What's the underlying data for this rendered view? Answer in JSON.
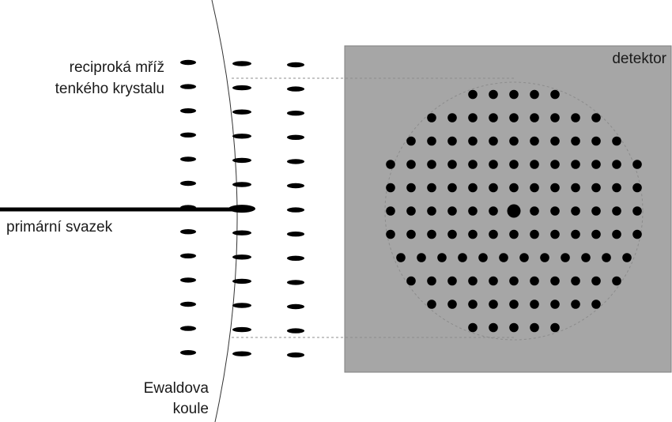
{
  "labels": {
    "reciprocal_line1": "reciproká mříž",
    "reciprocal_line2": "tenkého krystalu",
    "primary_beam": "primární svazek",
    "ewald_line1": "Ewaldova",
    "ewald_line2": "koule",
    "detector": "detektor"
  },
  "colors": {
    "detector_fill": "#a6a6a6",
    "detector_stroke": "#808080",
    "spot": "#000000",
    "guide_line": "#8c8c8c"
  },
  "detector_pattern": {
    "row_spot_counts": [
      5,
      9,
      11,
      13,
      13,
      13,
      13,
      12,
      11,
      9,
      5
    ],
    "central_spot": "larger (direct beam)"
  },
  "reciprocal_lattice": {
    "columns": 3,
    "rows": 13
  }
}
